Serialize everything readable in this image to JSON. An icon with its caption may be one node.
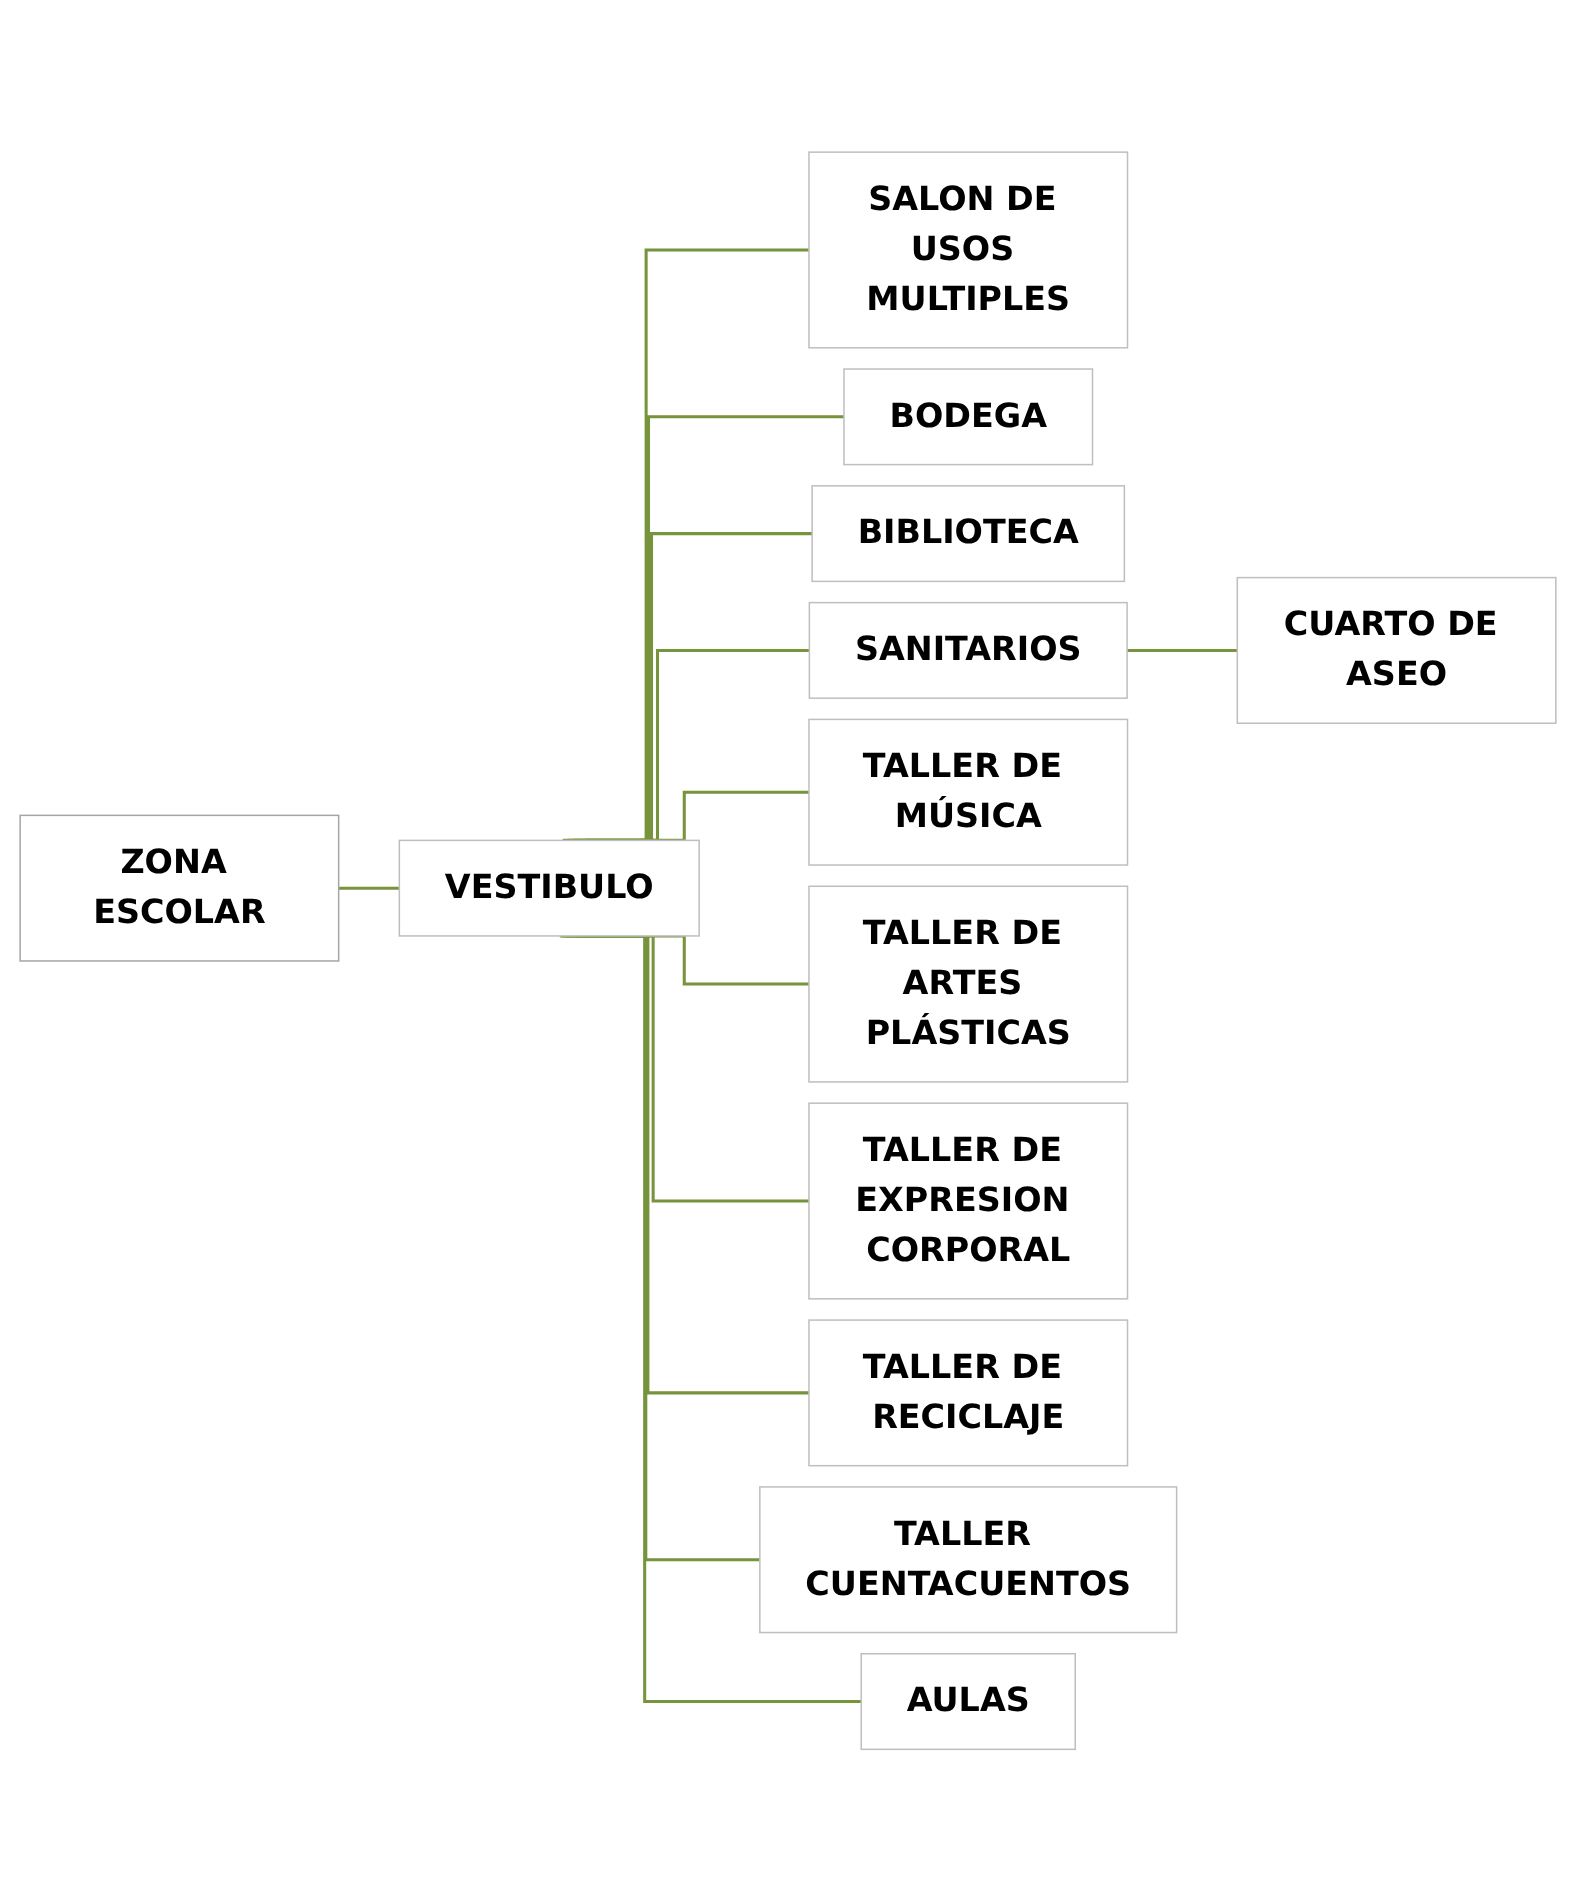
{
  "diagram": {
    "nodes": [
      {
        "text": [
          "ZONA ESCOLAR"
        ]
      },
      {
        "text": [
          "VESTIBULO"
        ]
      },
      {
        "text": [
          "SALON DE USOS MULTIPLES"
        ]
      },
      {
        "text": [
          "BODEGA"
        ]
      },
      {
        "text": [
          "BIBLIOTECA"
        ]
      },
      {
        "text": [
          "SANITARIOS"
        ]
      },
      {
        "text": [
          "CUARTO DE ASEO"
        ]
      },
      {
        "text": [
          "TALLER DE MÚSICA"
        ]
      },
      {
        "text": [
          "TALLER DE ARTES PLÁSTICAS"
        ]
      },
      {
        "text": [
          "TALLER DE EXPRESION CORPORAL"
        ]
      },
      {
        "text": [
          "TALLER DE RECICLAJE"
        ]
      },
      {
        "text": [
          "TALLER CUENTACUENTOS"
        ]
      },
      {
        "text": [
          "AULAS"
        ]
      }
    ],
    "edges": [
      {
        "from": 0,
        "to": 1,
        "arrow": "none"
      },
      {
        "from": 1,
        "to": 2,
        "arrow": "none"
      },
      {
        "from": 1,
        "to": 3,
        "arrow": "none"
      },
      {
        "from": 1,
        "to": 4,
        "arrow": "none"
      },
      {
        "from": 1,
        "to": 5,
        "arrow": "none"
      },
      {
        "from": 5,
        "to": 6,
        "arrow": "none"
      },
      {
        "from": 1,
        "to": 7,
        "arrow": "none"
      },
      {
        "from": 1,
        "to": 8,
        "arrow": "none"
      },
      {
        "from": 1,
        "to": 9,
        "arrow": "none"
      },
      {
        "from": 1,
        "to": 10,
        "arrow": "none"
      },
      {
        "from": 1,
        "to": 11,
        "arrow": "none"
      },
      {
        "from": 1,
        "to": 12,
        "arrow": "none"
      }
    ]
  }
}
